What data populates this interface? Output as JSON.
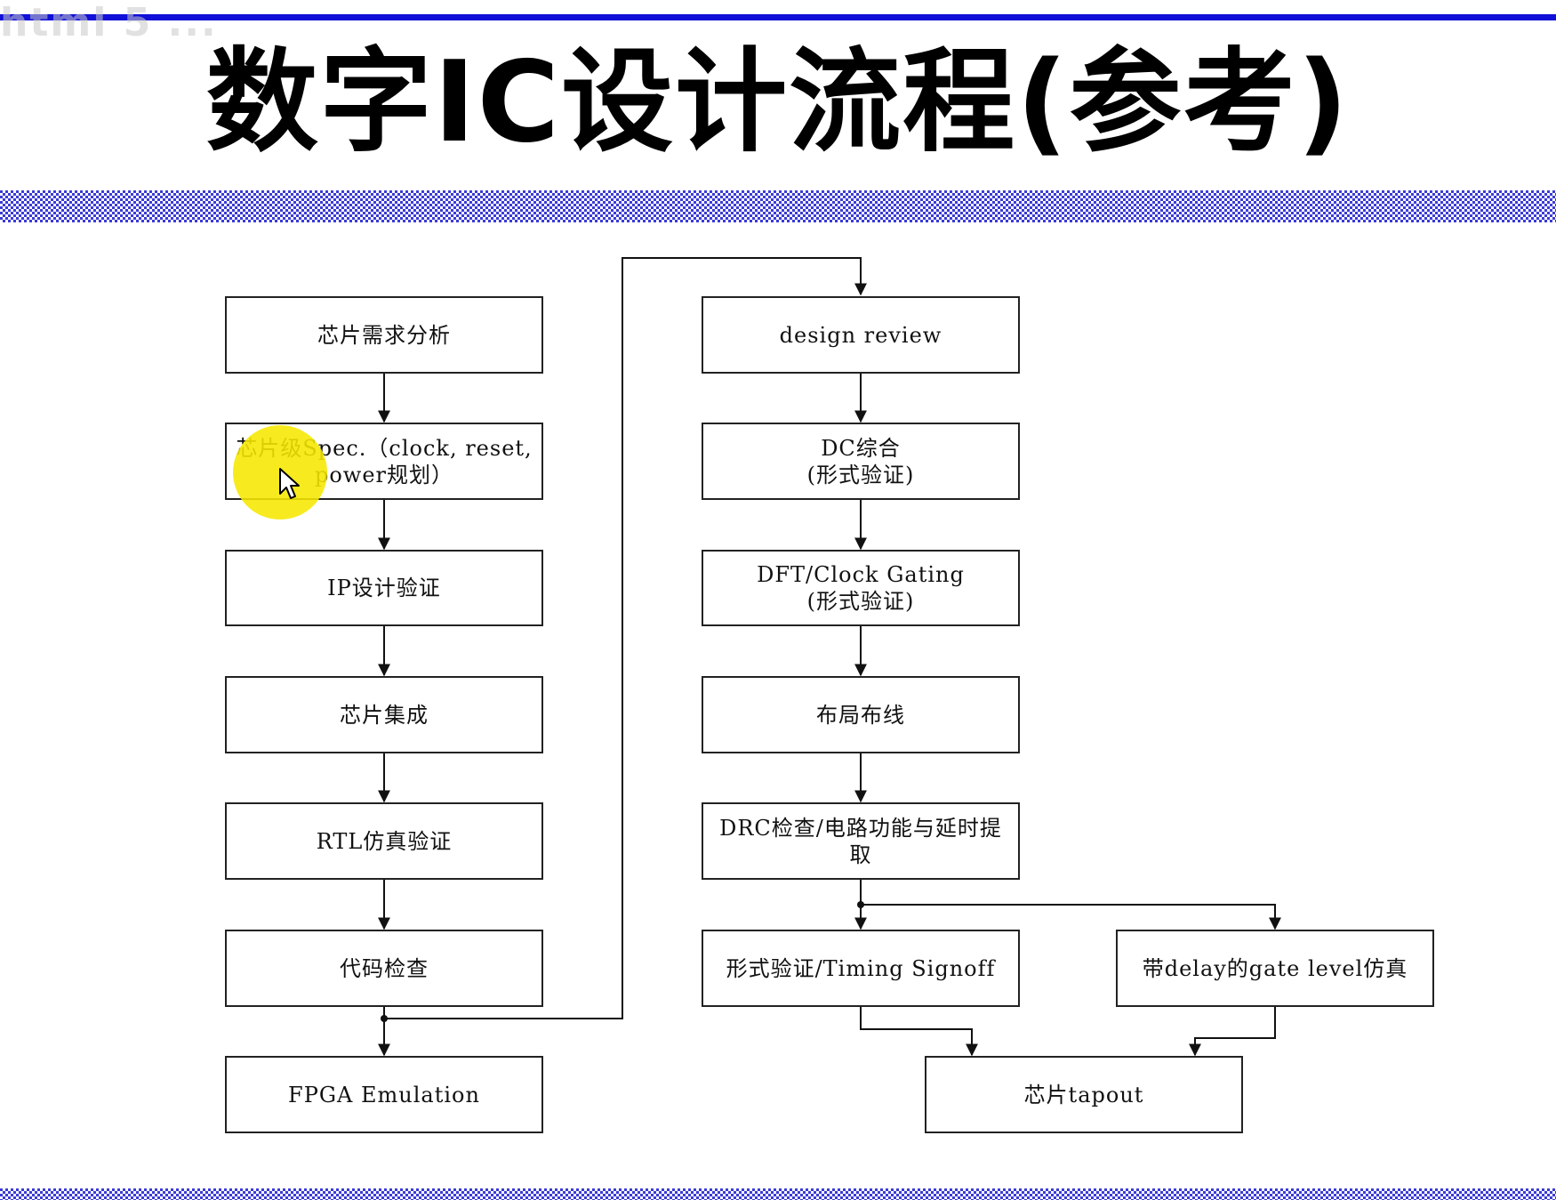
{
  "watermark": "html 5 ...",
  "slide": {
    "title": "数字IC设计流程(参考)"
  },
  "flow": {
    "req_analysis": "芯片需求分析",
    "chip_spec": "芯片级Spec.（clock, reset, power规划）",
    "ip_design": "IP设计验证",
    "integration": "芯片集成",
    "rtl_sim": "RTL仿真验证",
    "code_check": "代码检查",
    "fpga": "FPGA Emulation",
    "design_review": "design review",
    "dc_synth": "DC综合",
    "dc_synth_note": "(形式验证)",
    "dft_cg": "DFT/Clock Gating",
    "dft_cg_note": "(形式验证)",
    "place_route": "布局布线",
    "drc_extract": "DRC检查/电路功能与延时提取",
    "formal_timing": "形式验证/Timing Signoff",
    "gate_sim": "带delay的gate level仿真",
    "tapeout": "芯片tapout"
  },
  "colors": {
    "accent_blue": "#1010d8",
    "band_blue": "#3b3bd6",
    "highlight_yellow": "#f6e800"
  },
  "icons": {
    "cursor": "mouse-pointer-icon"
  }
}
